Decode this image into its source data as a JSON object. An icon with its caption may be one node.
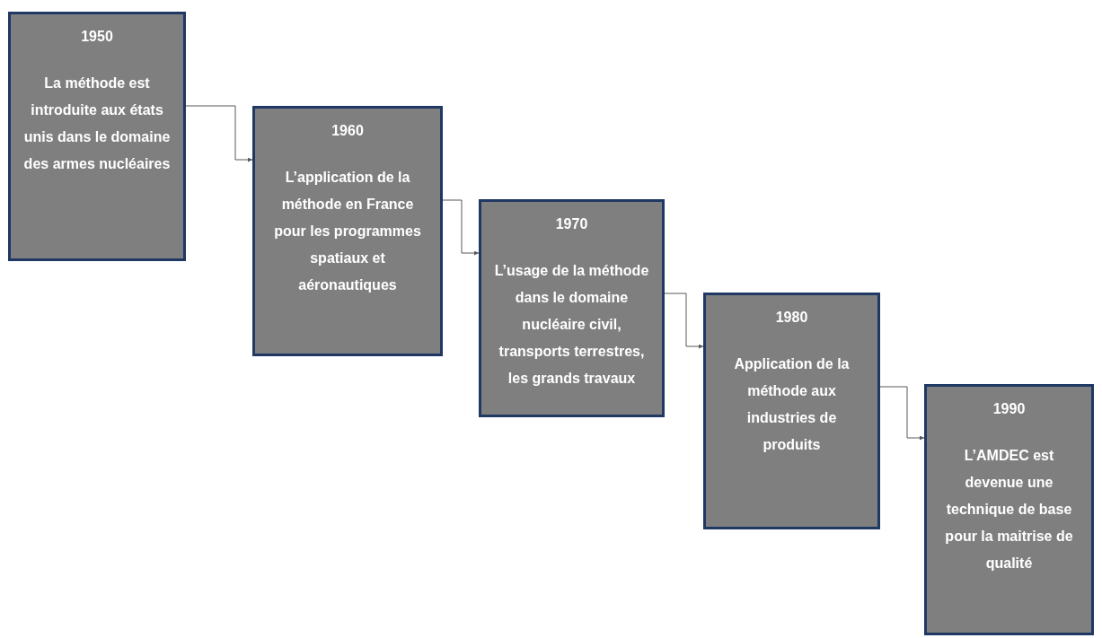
{
  "diagram": {
    "nodes": [
      {
        "text": [
          "1950",
          "La méthode est introduite aux états unis dans le domaine des armes nucléaires"
        ]
      },
      {
        "text": [
          "1960",
          "L’application de la méthode en France pour les programmes spatiaux et aéronautiques"
        ]
      },
      {
        "text": [
          "1970",
          "L’usage de la méthode dans le domaine nucléaire civil, transports terrestres, les grands travaux"
        ]
      },
      {
        "text": [
          "1980",
          "Application de la méthode aux industries de produits"
        ]
      },
      {
        "text": [
          "1990",
          "L’AMDEC est devenue une technique de base pour la maitrise de qualité"
        ]
      }
    ],
    "edges": [
      {
        "from": 0,
        "to": 1,
        "arrow": "to"
      },
      {
        "from": 1,
        "to": 2,
        "arrow": "to"
      },
      {
        "from": 2,
        "to": 3,
        "arrow": "to"
      },
      {
        "from": 3,
        "to": 4,
        "arrow": "to"
      }
    ]
  }
}
